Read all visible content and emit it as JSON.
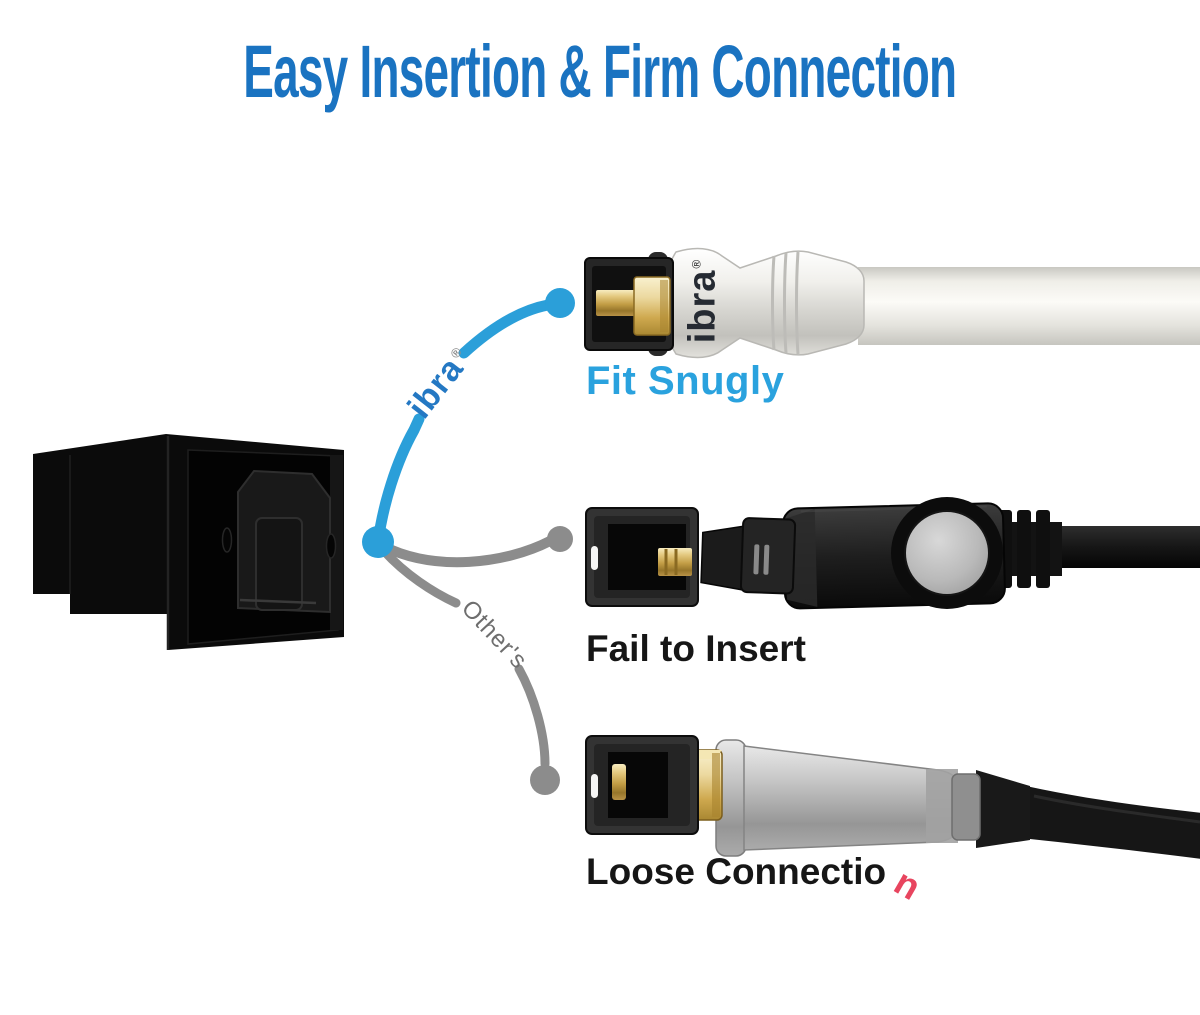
{
  "title": {
    "text": "Easy Insertion & Firm Connection"
  },
  "comparison": {
    "good": {
      "label": "Fit Snugly"
    },
    "bad_insert": {
      "label": "Fail to Insert"
    },
    "bad_loose": {
      "label_text": "Loose Connectio",
      "detached_letter": "n"
    }
  },
  "curve_annotations": {
    "brand": "ibra",
    "brand_mark": "®",
    "competitor": "Other's"
  },
  "connector_markings": {
    "barrel_brand": "ibra",
    "barrel_mark": "®"
  },
  "colors": {
    "title_blue": "#1a73c1",
    "snug_label_blue": "#2aa2de",
    "curve_blue": "#2b9fd9",
    "curve_gray": "#8c8c8c",
    "text_dark": "#161616",
    "detached_letter_red": "#e8455f",
    "gold": "#c29d45",
    "white_cable": "#f4f3ec"
  },
  "illustrations": {
    "coupler": "optical-keystone-coupler",
    "good_connector": "white-ibra-toslink-connector-inserted",
    "bad_insert_connector": "black-toslink-connector-blocked",
    "bad_loose_connector": "silver-toslink-connector-partially-out"
  }
}
